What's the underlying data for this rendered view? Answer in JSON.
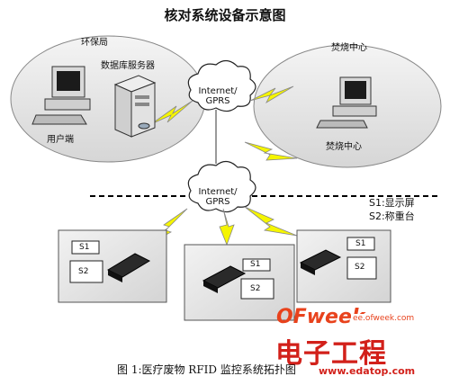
{
  "title": "核对系统设备示意图",
  "top_left_site": {
    "label": "环保局",
    "server_label": "数据库服务器",
    "client_label": "用户端"
  },
  "top_right_site": {
    "label": "焚烧中心",
    "client_label": "焚烧中心"
  },
  "clouds": [
    {
      "line1": "Internet/",
      "line2": "GPRS"
    },
    {
      "line1": "Internet/",
      "line2": "GPRS"
    }
  ],
  "legend": {
    "s1": "S1:显示屏",
    "s2": "S2:称重台"
  },
  "stations": [
    {
      "s1": "S1",
      "s2": "S2"
    },
    {
      "s1": "S1",
      "s2": "S2"
    },
    {
      "s1": "S1",
      "s2": "S2"
    }
  ],
  "caption": "图 1:医疗废物 RFID 监控系统拓扑图",
  "watermark": {
    "brand": "OFweek",
    "url": "ee.ofweek.com",
    "big": "电子工程",
    "url2": "www.edatop.com"
  },
  "colors": {
    "lightning": "#f5f500",
    "cloud_fill": "#ffffff",
    "site_fill": "#e6e6e6",
    "watermark": "#d2201a"
  }
}
